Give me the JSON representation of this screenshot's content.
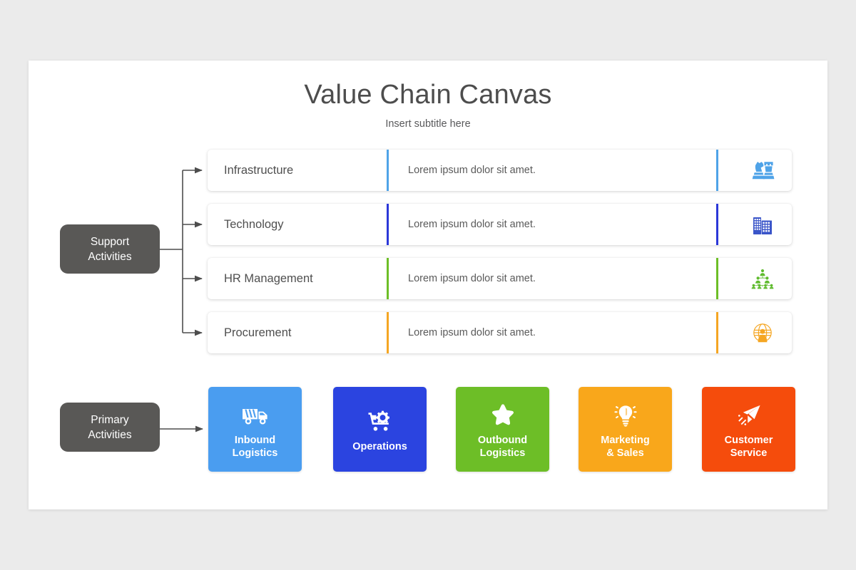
{
  "slide": {
    "title": "Value Chain Canvas",
    "subtitle": "Insert subtitle here",
    "background_color": "#ebebeb",
    "canvas_color": "#ffffff"
  },
  "groups": {
    "support": {
      "label": "Support\nActivities",
      "box_color": "#595856"
    },
    "primary": {
      "label": "Primary\nActivities",
      "box_color": "#595856"
    }
  },
  "support_rows": [
    {
      "label": "Infrastructure",
      "description": "Lorem ipsum dolor sit amet.",
      "accent": "#4FA3E8",
      "icon": "chess-pieces-icon"
    },
    {
      "label": "Technology",
      "description": "Lorem ipsum dolor sit amet.",
      "accent": "#2B38D8",
      "icon": "office-buildings-icon"
    },
    {
      "label": "HR Management",
      "description": "Lorem ipsum dolor sit amet.",
      "accent": "#6DBE27",
      "icon": "org-chart-people-icon"
    },
    {
      "label": "Procurement",
      "description": "Lorem ipsum dolor sit amet.",
      "accent": "#F5A623",
      "icon": "globe-person-icon"
    }
  ],
  "primary_cards": [
    {
      "label": "Inbound\nLogistics",
      "color": "#4A9DF0",
      "icon": "delivery-truck-icon"
    },
    {
      "label": "Operations",
      "color": "#2B44E0",
      "icon": "cart-gear-icon"
    },
    {
      "label": "Outbound\nLogistics",
      "color": "#6DBE27",
      "icon": "star-icon"
    },
    {
      "label": "Marketing\n& Sales",
      "color": "#F9A71B",
      "icon": "lightbulb-idea-icon"
    },
    {
      "label": "Customer\nService",
      "color": "#F54C0C",
      "icon": "paper-plane-icon"
    }
  ],
  "connector_color": "#4d4d4d"
}
